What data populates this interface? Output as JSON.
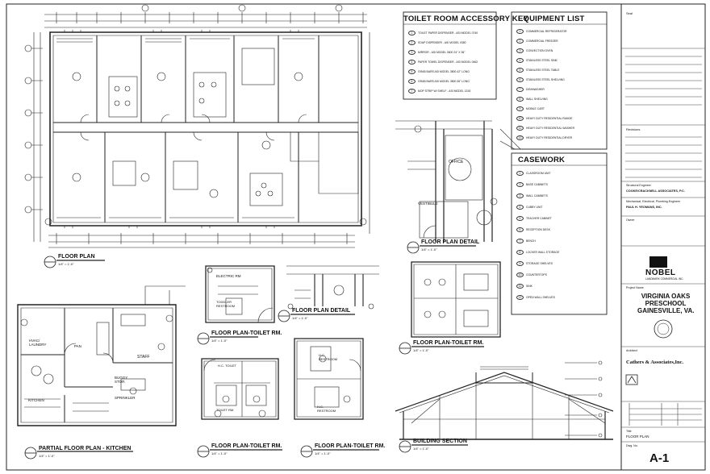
{
  "title_block": {
    "nobel": "NOBEL",
    "nobel_sub": "LANDMARK COMMERCIAL INC.",
    "project_label": "Project Name",
    "project_name": [
      "VIRGINIA OAKS",
      "PRESCHOOL",
      "GAINESVILLE, VA."
    ],
    "firm_label": "Architect",
    "firm": "Cathers & Associates,Inc.",
    "structural_label": "Structural Engineer",
    "structural_firm": "COOKE/CRACKNELL ASSOCIATES, P.C.",
    "mep_label": "Mechanical, Electrical, Plumbing Engineer",
    "mep_firm": "PAUL H. YEOMANS, INC.",
    "owner_label": "Owner",
    "revisions_label": "Revisions",
    "seal_label": "Seal",
    "sheet_title_label": "Title",
    "sheet_title": "FLOOR PLAN",
    "dwg_label": "Dwg. No.",
    "dwg_no": "A-1"
  },
  "toilet_key": {
    "title": "TOILET ROOM ACCESSORY KEY",
    "items": [
      {
        "n": "1",
        "text": "TOILET PAPER DISPENSER - ASI MODEL 0740"
      },
      {
        "n": "2",
        "text": "SOAP DISPENSER - ASI MODEL 0350"
      },
      {
        "n": "3",
        "text": "MIRROR - ASI MODEL 0600 24\" X 36\""
      },
      {
        "n": "4",
        "text": "PAPER TOWEL DISPENSER - ASI MODEL 0462"
      },
      {
        "n": "5",
        "text": "GRAB BARS ASI MODEL 3800 42\" LONG"
      },
      {
        "n": "6",
        "text": "GRAB BARS ASI MODEL 3800 36\" LONG"
      },
      {
        "n": "7",
        "text": "MOP STRIP W/ SHELF - ASI MODEL 1315"
      }
    ]
  },
  "equipment_list": {
    "title": "EQUIPMENT LIST",
    "items": [
      {
        "n": "1",
        "text": "COMMERCIAL REFRIGERATOR"
      },
      {
        "n": "2",
        "text": "COMMERCIAL FREEZER"
      },
      {
        "n": "3",
        "text": "CONVECTION OVEN"
      },
      {
        "n": "4",
        "text": "STAINLESS STEEL SINK"
      },
      {
        "n": "5",
        "text": "STAINLESS STEEL TABLE"
      },
      {
        "n": "6",
        "text": "STAINLESS STEEL SHELVING"
      },
      {
        "n": "7",
        "text": "DISHWASHER"
      },
      {
        "n": "8",
        "text": "WALL SHELVING"
      },
      {
        "n": "9",
        "text": "MOBILE CART"
      },
      {
        "n": "10",
        "text": "HEAVY DUTY RESIDENTIAL RANGE"
      },
      {
        "n": "11",
        "text": "HEAVY DUTY RESIDENTIAL WASHER"
      },
      {
        "n": "12",
        "text": "HEAVY DUTY RESIDENTIAL DRYER"
      }
    ]
  },
  "casework": {
    "title": "CASEWORK",
    "items": [
      {
        "n": "1",
        "text": "CLASSROOM UNIT"
      },
      {
        "n": "2",
        "text": "BASE CABINETS"
      },
      {
        "n": "3",
        "text": "WALL CABINETS"
      },
      {
        "n": "4",
        "text": "CUBBY UNIT"
      },
      {
        "n": "5",
        "text": "TEACHER CABINET"
      },
      {
        "n": "6",
        "text": "RECEPTION DESK"
      },
      {
        "n": "7",
        "text": "BENCH"
      },
      {
        "n": "8",
        "text": "LOCKER WALL STORAGE"
      },
      {
        "n": "9",
        "text": "STORAGE SHELVES"
      },
      {
        "n": "10",
        "text": "COUNTERTOPS"
      },
      {
        "n": "11",
        "text": "SINK"
      },
      {
        "n": "12",
        "text": "OPEN WALL SHELVES"
      }
    ]
  },
  "labels": {
    "floor_plan": "FLOOR PLAN",
    "floor_plan_detail_1": "FLOOR PLAN DETAIL",
    "floor_plan_detail_2": "FLOOR PLAN DETAIL",
    "partial_floor_plan": "PARTIAL FLOOR PLAN - KITCHEN",
    "fp_toilet_1": "FLOOR PLAN-TOILET RM.",
    "fp_toilet_2": "FLOOR PLAN-TOILET RM.",
    "fp_toilet_3": "FLOOR PLAN-TOILET RM.",
    "fp_toilet_4": "FLOOR PLAN-TOILET RM.",
    "building_section": "BUILDING SECTION",
    "scale": "1/4\" = 1'-0\"",
    "office": "OFFICE",
    "vestibule": "VESTIBULE",
    "electric_rm": "ELECTRIC RM",
    "toddler_restroom": "TODDLER RESTROOM",
    "hc_toilet": "H.C. TOILET",
    "toilet_rm": "TOILET RM.",
    "hc_restroom": "H.C. RESTROOM",
    "staff": "STAFF",
    "kitchen": "KITCHEN",
    "hvac": "HVAC/ LAUNDRY",
    "pan": "PAN",
    "sprinkler": "SPRINKLER",
    "buggy": "BUGGY STOR."
  }
}
